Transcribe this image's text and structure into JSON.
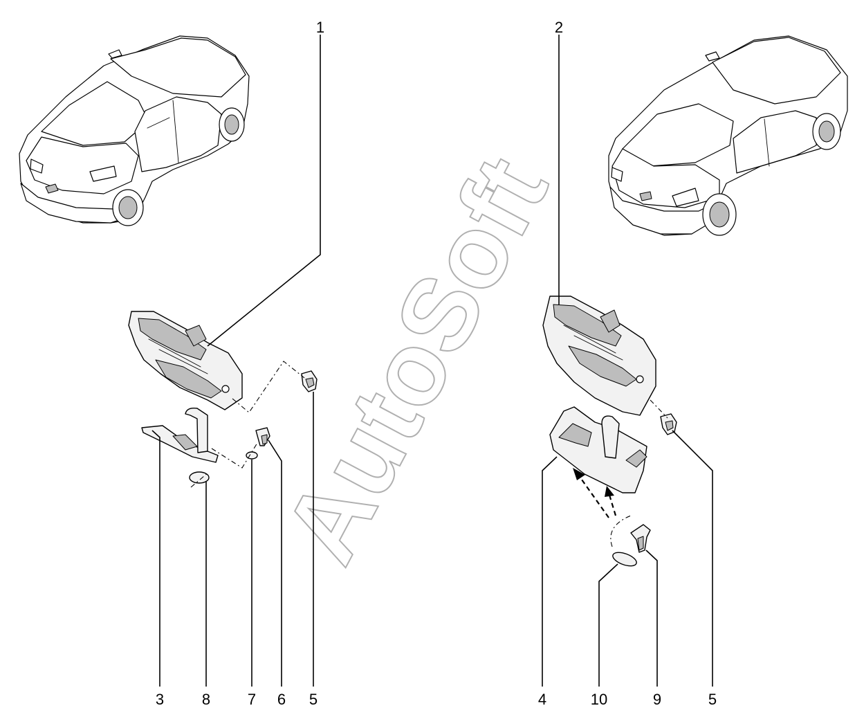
{
  "watermark": "AutoSoft",
  "callouts": {
    "c1": "1",
    "c2": "2",
    "c3": "3",
    "c8": "8",
    "c7": "7",
    "c6": "6",
    "c5a": "5",
    "c4": "4",
    "c10": "10",
    "c9": "9",
    "c5b": "5"
  },
  "icons": {
    "left_car": "sedan-rear-view-icon",
    "right_car": "hatchback-rear-view-icon",
    "lock": "trunk-lock-icon",
    "striker": "lock-striker-icon",
    "screw": "screw-icon",
    "washer": "washer-icon"
  }
}
